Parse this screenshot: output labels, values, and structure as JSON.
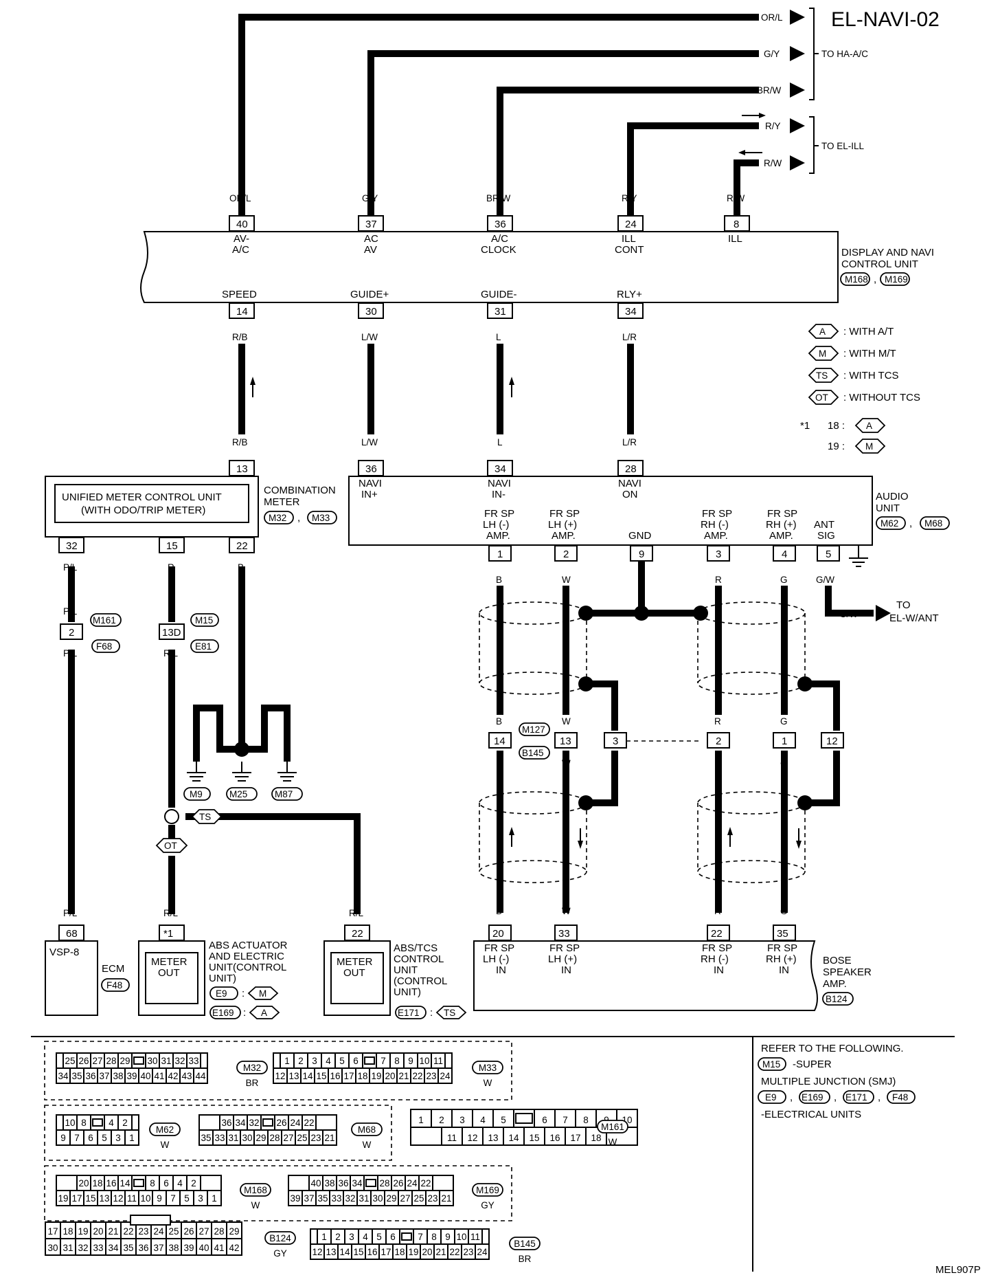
{
  "title": "EL-NAVI-02",
  "diagram_code": "MEL907P",
  "to_ha_ac": "TO HA-A/C",
  "to_el_ill": "TO EL-ILL",
  "to_el_w_ant_1": "TO",
  "to_el_w_ant_2": "EL-W/ANT",
  "display_unit": {
    "l1": "DISPLAY AND NAVI",
    "l2": "CONTROL UNIT",
    "c1": "M168",
    "c2": "M169"
  },
  "comb_meter": {
    "l1": "COMBINATION",
    "l2": "METER",
    "c1": "M32",
    "c2": "M33",
    "inner1": "UNIFIED METER CONTROL UNIT",
    "inner2": "(WITH ODO/TRIP METER)"
  },
  "audio_unit": {
    "l1": "AUDIO",
    "l2": "UNIT",
    "c1": "M62",
    "c2": "M68"
  },
  "ecm": {
    "label": "ECM",
    "conn": "F48",
    "pin": "68",
    "term": "VSP-8"
  },
  "abs_actuator": {
    "l1": "ABS ACTUATOR",
    "l2": "AND ELECTRIC",
    "l3": "UNIT(CONTROL",
    "l4": "UNIT)",
    "conn1": "E9",
    "conn1_cond": "M",
    "conn2": "E169",
    "conn2_cond": "A",
    "pin": "*1",
    "term1": "METER",
    "term2": "OUT"
  },
  "abs_tcs": {
    "l1": "ABS/TCS",
    "l2": "CONTROL",
    "l3": "UNIT",
    "l4": "(CONTROL",
    "l5": "UNIT)",
    "conn": "E171",
    "cond": "TS",
    "pin": "22",
    "term1": "METER",
    "term2": "OUT"
  },
  "bose": {
    "l1": "BOSE",
    "l2": "SPEAKER",
    "l3": "AMP.",
    "conn": "B124"
  },
  "legend": [
    {
      "sym": "A",
      "text": ": WITH A/T"
    },
    {
      "sym": "M",
      "text": ": WITH M/T"
    },
    {
      "sym": "TS",
      "text": ": WITH TCS"
    },
    {
      "sym": "OT",
      "text": ": WITHOUT TCS"
    }
  ],
  "footnote": {
    "star": "*1",
    "r1_pin": "18 :",
    "r1_sym": "A",
    "r2_pin": "19 :",
    "r2_sym": "M"
  },
  "display_top_pins": [
    {
      "pin": "40",
      "wire": "OR/L",
      "l1": "AV-",
      "l2": "A/C"
    },
    {
      "pin": "37",
      "wire": "G/Y",
      "l1": "AC",
      "l2": "AV"
    },
    {
      "pin": "36",
      "wire": "BR/W",
      "l1": "A/C",
      "l2": "CLOCK"
    },
    {
      "pin": "24",
      "wire": "R/Y",
      "l1": "ILL",
      "l2": "CONT"
    },
    {
      "pin": "8",
      "wire": "R/W",
      "l1": "ILL",
      "l2": ""
    }
  ],
  "display_bottom_pins": [
    {
      "pin": "14",
      "label": "SPEED",
      "wire": "R/B"
    },
    {
      "pin": "30",
      "label": "GUIDE+",
      "wire": "L/W"
    },
    {
      "pin": "31",
      "label": "GUIDE-",
      "wire": "L"
    },
    {
      "pin": "34",
      "label": "RLY+",
      "wire": "L/R"
    }
  ],
  "audio_top_pins": [
    {
      "pin": "36",
      "wire": "L/W",
      "l1": "NAVI",
      "l2": "IN+"
    },
    {
      "pin": "34",
      "wire": "L",
      "l1": "NAVI",
      "l2": "IN-"
    },
    {
      "pin": "28",
      "wire": "L/R",
      "l1": "NAVI",
      "l2": "ON"
    }
  ],
  "audio_bottom_pins": [
    {
      "pin": "1",
      "wire": "B",
      "l1": "FR SP",
      "l2": "LH (-)",
      "l3": "AMP."
    },
    {
      "pin": "2",
      "wire": "W",
      "l1": "FR SP",
      "l2": "LH (+)",
      "l3": "AMP."
    },
    {
      "pin": "9",
      "wire": "",
      "l1": "",
      "l2": "",
      "l3": "GND"
    },
    {
      "pin": "3",
      "wire": "R",
      "l1": "FR SP",
      "l2": "RH (-)",
      "l3": "AMP."
    },
    {
      "pin": "4",
      "wire": "G",
      "l1": "FR SP",
      "l2": "RH (+)",
      "l3": "AMP."
    },
    {
      "pin": "5",
      "wire": "G/W",
      "l1": "",
      "l2": "ANT",
      "l3": "SIG"
    }
  ],
  "meter_pins": [
    {
      "pin": "32",
      "wire": "P/L"
    },
    {
      "pin": "15",
      "wire": "R"
    },
    {
      "pin": "22",
      "wire": "B"
    },
    {
      "pin": "13",
      "wire": "R/B"
    }
  ],
  "right_outputs": [
    "OR/L",
    "G/Y",
    "BR/W",
    "R/Y",
    "R/W"
  ],
  "gw": "G/W",
  "junctions": {
    "j2": {
      "pin": "2",
      "top": "P/L",
      "bottom": "P/L",
      "c1": "M161",
      "c2": "F68"
    },
    "j13d": {
      "pin": "13D",
      "top": "R",
      "bottom": "R/L",
      "c1": "M15",
      "c2": "E81"
    },
    "rl1": "R/L",
    "rl2": "R/L",
    "pl": "P/L",
    "ts": "TS",
    "ot": "OT"
  },
  "grounds": {
    "wire": "B",
    "g1": "M9",
    "g2": "M25",
    "g3": "M87"
  },
  "mid_conn": {
    "c1": "M127",
    "c2": "B145",
    "pins": [
      "14",
      "13",
      "3",
      "2",
      "1",
      "12"
    ],
    "wires_top": [
      "B",
      "W",
      "",
      "R",
      "G",
      ""
    ],
    "wires_bot": [
      "B",
      "W",
      "",
      "R",
      "G",
      ""
    ]
  },
  "bose_pins": [
    {
      "pin": "20",
      "wire": "B",
      "l1": "FR SP",
      "l2": "LH (-)",
      "l3": "IN"
    },
    {
      "pin": "33",
      "wire": "W",
      "l1": "FR SP",
      "l2": "LH (+)",
      "l3": "IN"
    },
    {
      "pin": "22",
      "wire": "R",
      "l1": "FR SP",
      "l2": "RH (-)",
      "l3": "IN"
    },
    {
      "pin": "35",
      "wire": "G",
      "l1": "FR SP",
      "l2": "RH (+)",
      "l3": "IN"
    }
  ],
  "refer": {
    "l1": "REFER TO THE FOLLOWING.",
    "c1": "M15",
    "l2": "-SUPER",
    "l3": "MULTIPLE JUNCTION (SMJ)",
    "c2": "E9",
    "c3": "E169",
    "c4": "E171",
    "c5": "F48",
    "l4": "-ELECTRICAL UNITS"
  },
  "connectors": {
    "m32": {
      "name": "M32",
      "color": "BR",
      "top": [
        "25",
        "26",
        "27",
        "28",
        "29",
        "",
        "30",
        "31",
        "32",
        "33"
      ],
      "bot": [
        "34",
        "35",
        "36",
        "37",
        "38",
        "39",
        "40",
        "41",
        "42",
        "43",
        "44"
      ]
    },
    "m33": {
      "name": "M33",
      "color": "W",
      "top": [
        "1",
        "2",
        "3",
        "4",
        "5",
        "6",
        "",
        "7",
        "8",
        "9",
        "10",
        "11"
      ],
      "bot": [
        "12",
        "13",
        "14",
        "15",
        "16",
        "17",
        "18",
        "19",
        "20",
        "21",
        "22",
        "23",
        "24"
      ]
    },
    "m62": {
      "name": "M62",
      "color": "W",
      "top": [
        "10",
        "8",
        "",
        "4",
        "2"
      ],
      "bot": [
        "9",
        "7",
        "6",
        "5",
        "3",
        "1"
      ]
    },
    "m68": {
      "name": "M68",
      "color": "W",
      "top": [
        "36",
        "34",
        "32",
        "",
        "26",
        "24",
        "22"
      ],
      "bot": [
        "35",
        "33",
        "31",
        "30",
        "29",
        "28",
        "27",
        "25",
        "23",
        "21"
      ]
    },
    "m161": {
      "name": "M161",
      "color": "W",
      "top": [
        "1",
        "2",
        "3",
        "4",
        "5",
        "",
        "6",
        "7",
        "8",
        "9",
        "10"
      ],
      "bot": [
        "11",
        "12",
        "13",
        "14",
        "15",
        "16",
        "17",
        "18"
      ]
    },
    "m168": {
      "name": "M168",
      "color": "W",
      "top": [
        "20",
        "18",
        "16",
        "14",
        "",
        "8",
        "6",
        "4",
        "2"
      ],
      "bot": [
        "19",
        "17",
        "15",
        "13",
        "12",
        "11",
        "10",
        "9",
        "7",
        "5",
        "3",
        "1"
      ]
    },
    "m169": {
      "name": "M169",
      "color": "GY",
      "top": [
        "40",
        "38",
        "36",
        "34",
        "",
        "28",
        "26",
        "24",
        "22"
      ],
      "bot": [
        "39",
        "37",
        "35",
        "33",
        "32",
        "31",
        "30",
        "29",
        "27",
        "25",
        "23",
        "21"
      ]
    },
    "b124": {
      "name": "B124",
      "color": "GY",
      "top": [
        "17",
        "18",
        "19",
        "20",
        "21",
        "22",
        "23",
        "24",
        "25",
        "26",
        "27",
        "28",
        "29"
      ],
      "bot": [
        "30",
        "31",
        "32",
        "33",
        "34",
        "35",
        "36",
        "37",
        "38",
        "39",
        "40",
        "41",
        "42"
      ]
    },
    "b145": {
      "name": "B145",
      "color": "BR",
      "top": [
        "1",
        "2",
        "3",
        "4",
        "5",
        "6",
        "",
        "7",
        "8",
        "9",
        "10",
        "11"
      ],
      "bot": [
        "12",
        "13",
        "14",
        "15",
        "16",
        "17",
        "18",
        "19",
        "20",
        "21",
        "22",
        "23",
        "24"
      ]
    }
  }
}
